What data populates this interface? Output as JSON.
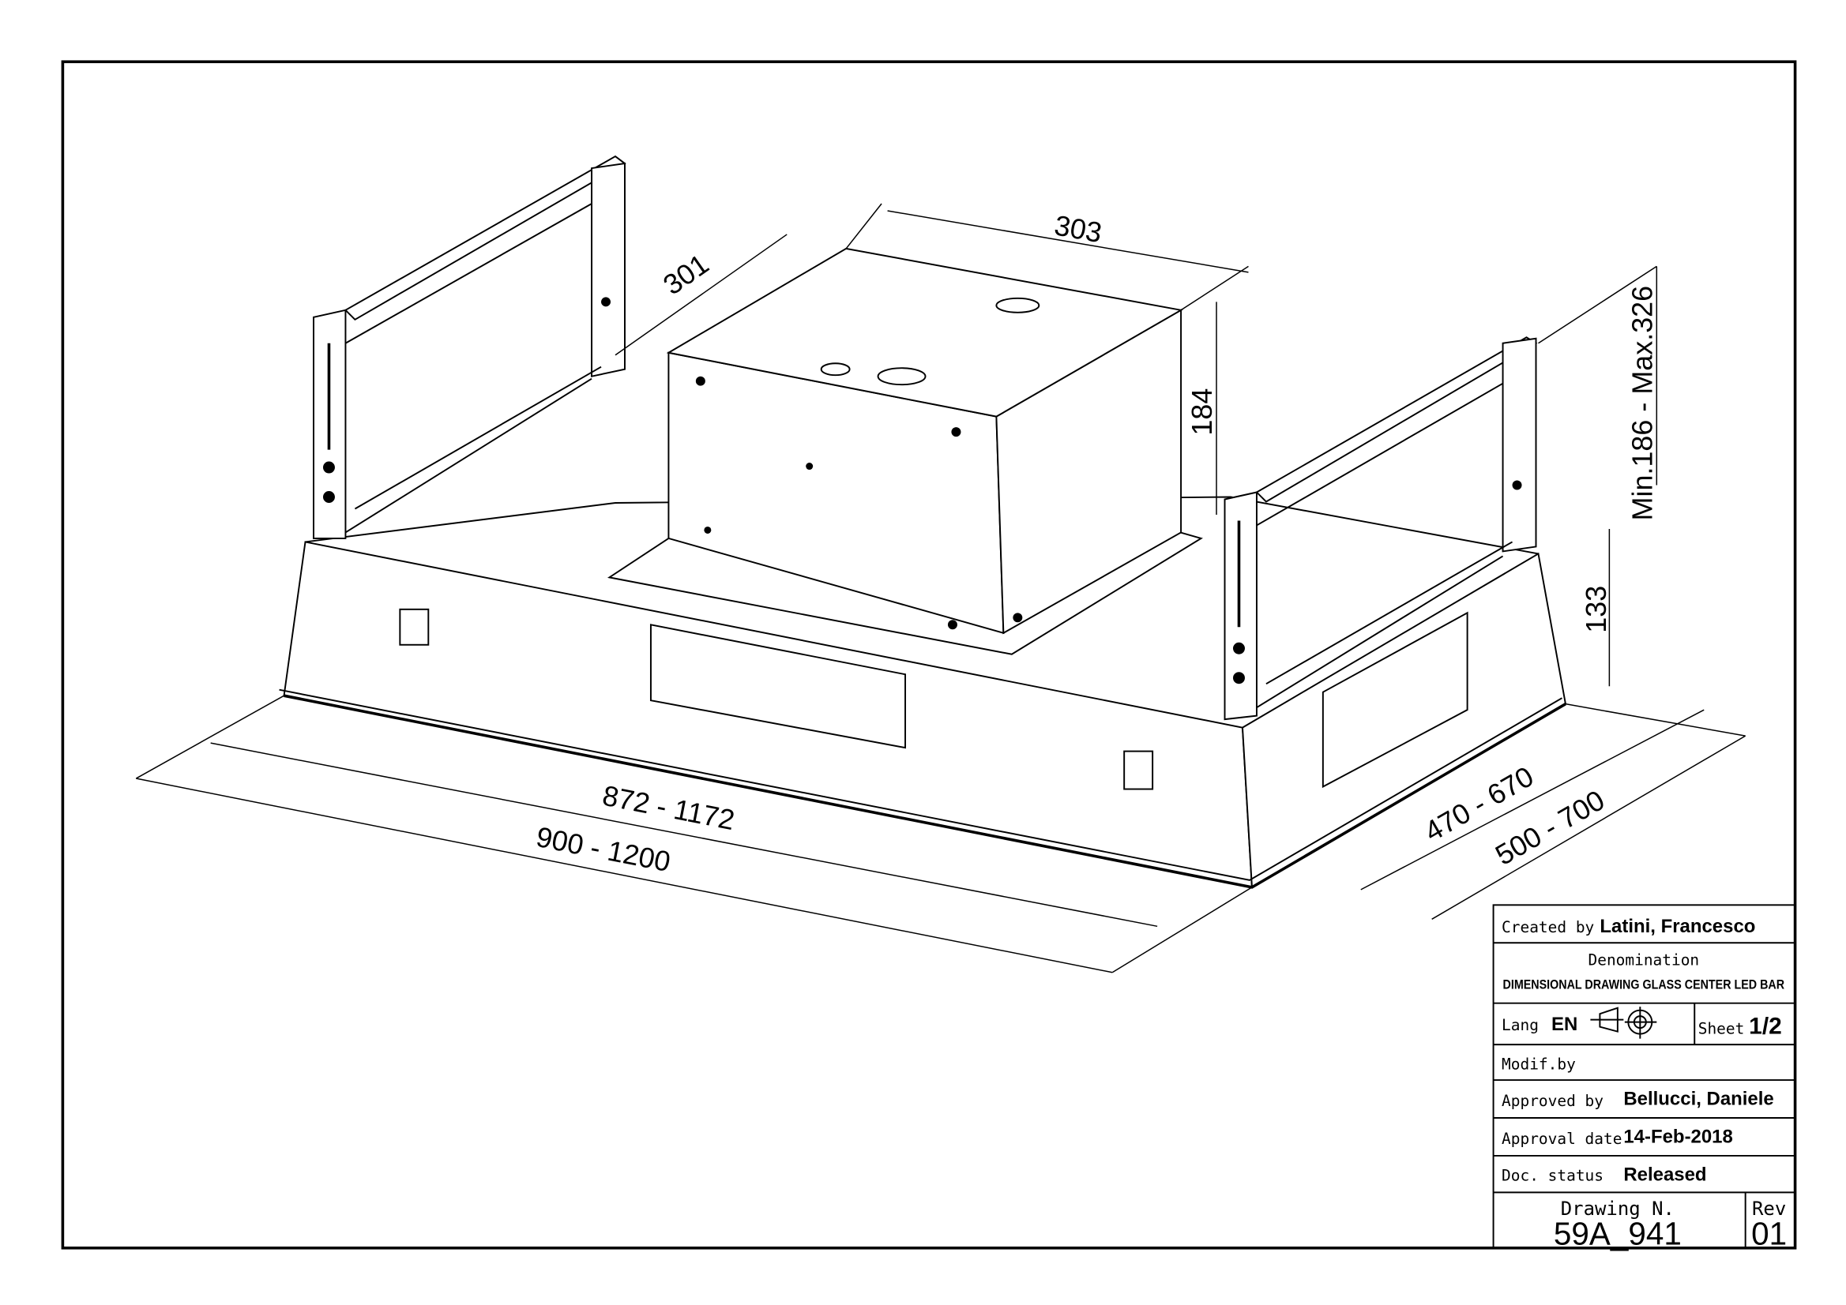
{
  "dimensions": {
    "motor_width": "303",
    "motor_depth": "301",
    "motor_height": "184",
    "height_range": "Min.186  -  Max.326",
    "body_height": "133",
    "inner_length": "872  -  1172",
    "outer_length": "900  -  1200",
    "inner_depth": "470  -  670",
    "outer_depth": "500  -  700"
  },
  "title_block": {
    "created_by_label": "Created by",
    "created_by": "Latini, Francesco",
    "denomination_label": "Denomination",
    "denomination": "DIMENSIONAL DRAWING GLASS CENTER LED BAR",
    "lang_label": "Lang",
    "lang": "EN",
    "sheet_label": "Sheet",
    "sheet": "1/2",
    "modif_label": "Modif.by",
    "approved_by_label": "Approved by",
    "approved_by": "Bellucci, Daniele",
    "approval_date_label": "Approval date",
    "approval_date": "14-Feb-2018",
    "doc_status_label": "Doc. status",
    "doc_status": "Released",
    "drawing_label": "Drawing N.",
    "drawing_number": "59A_941",
    "rev_label": "Rev",
    "rev": "01"
  }
}
